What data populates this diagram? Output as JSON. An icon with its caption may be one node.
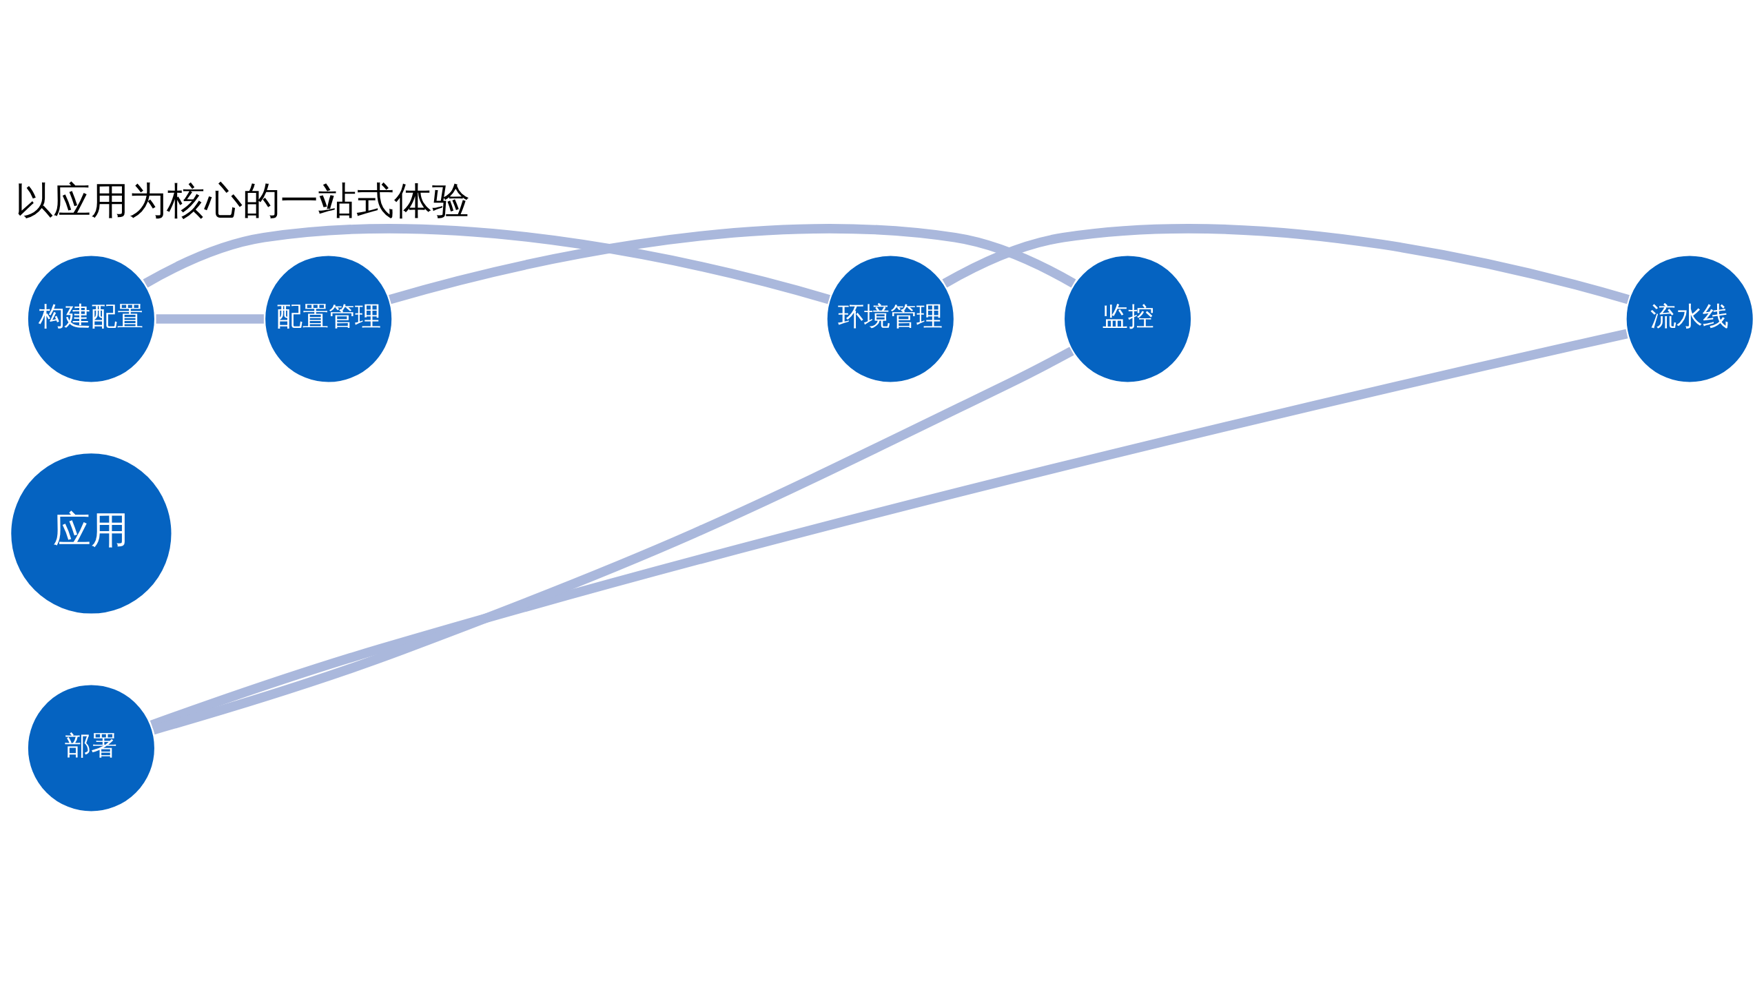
{
  "diagram": {
    "title": "以应用为核心的一站式体验",
    "nodes": [
      {
        "text": [
          "构建配置"
        ]
      },
      {
        "text": [
          "环境管理"
        ]
      },
      {
        "text": [
          "流水线"
        ]
      },
      {
        "text": [
          "部署"
        ]
      },
      {
        "text": [
          "监控"
        ]
      },
      {
        "text": [
          "配置管理"
        ]
      },
      {
        "text": [
          "应用"
        ]
      }
    ],
    "edges": [
      {
        "from": 0,
        "to": 1,
        "arrow": "none"
      },
      {
        "from": 1,
        "to": 2,
        "arrow": "none"
      },
      {
        "from": 2,
        "to": 3,
        "arrow": "none"
      },
      {
        "from": 3,
        "to": 4,
        "arrow": "none"
      },
      {
        "from": 4,
        "to": 5,
        "arrow": "none"
      },
      {
        "from": 5,
        "to": 0,
        "arrow": "none"
      }
    ]
  }
}
